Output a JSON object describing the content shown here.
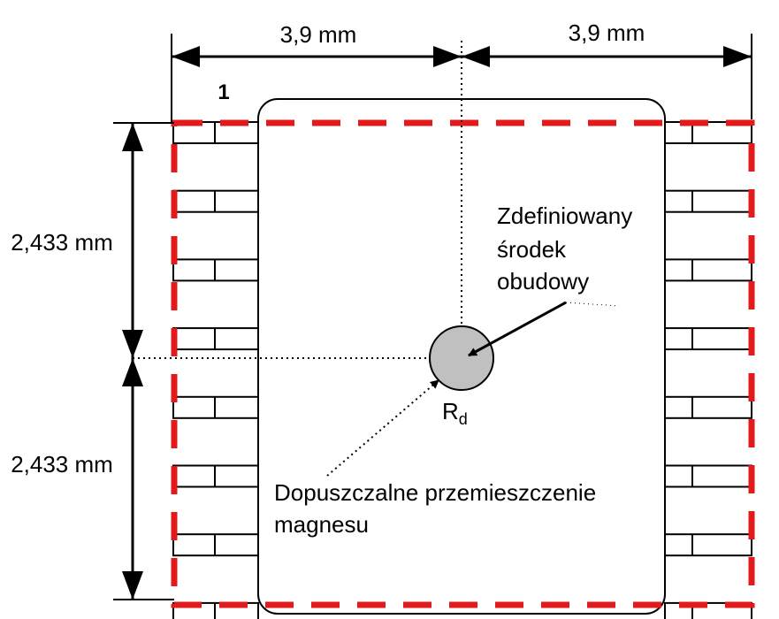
{
  "diagram": {
    "dimensions": {
      "top_left": "3,9 mm",
      "top_right": "3,9 mm",
      "left_upper": "2,433 mm",
      "left_lower": "2,433 mm"
    },
    "pin_one_label": "1",
    "center_label": {
      "line1": "Zdefiniowany",
      "line2": "środek",
      "line3": "obudowy"
    },
    "radius_label": {
      "main": "R",
      "subscript": "d"
    },
    "displacement_label": {
      "line1": "Dopuszczalne przemieszczenie",
      "line2": "magnesu"
    },
    "pins_per_side": 8,
    "colors": {
      "outline_dashed": "#e31a1c",
      "magnet_fill": "#c0c0c0",
      "line": "#000000"
    }
  }
}
